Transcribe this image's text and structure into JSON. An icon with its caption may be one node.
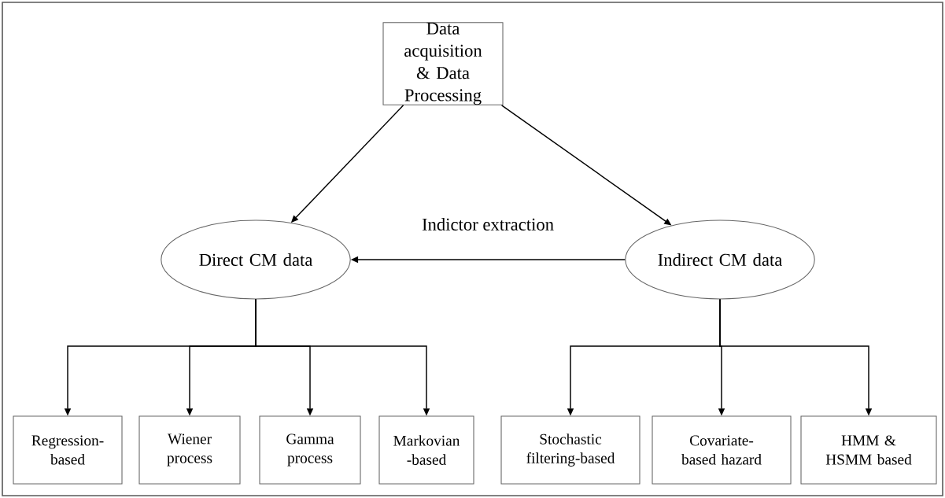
{
  "diagram": {
    "nodes": [
      {
        "text": [
          "Data acquisition & Data Processing"
        ]
      },
      {
        "text": [
          "Direct CM data"
        ]
      },
      {
        "text": [
          "Indirect CM data"
        ]
      },
      {
        "text": [
          "Regression-based"
        ]
      },
      {
        "text": [
          "Wiener process"
        ]
      },
      {
        "text": [
          "Gamma process"
        ]
      },
      {
        "text": [
          "Markovian -based"
        ]
      },
      {
        "text": [
          "Stochastic filtering-based"
        ]
      },
      {
        "text": [
          "Covariate-based hazard"
        ]
      },
      {
        "text": [
          "HMM & HSMM based"
        ]
      }
    ],
    "edges": [
      {
        "from": 0,
        "to": 1,
        "arrow": "to"
      },
      {
        "from": 0,
        "to": 2,
        "arrow": "to"
      },
      {
        "from": 2,
        "to": 1,
        "arrow": "to",
        "label": "Indictor extraction"
      },
      {
        "from": 1,
        "to": 3,
        "arrow": "to"
      },
      {
        "from": 1,
        "to": 4,
        "arrow": "to"
      },
      {
        "from": 1,
        "to": 5,
        "arrow": "to"
      },
      {
        "from": 1,
        "to": 6,
        "arrow": "to"
      },
      {
        "from": 2,
        "to": 7,
        "arrow": "to"
      },
      {
        "from": 2,
        "to": 8,
        "arrow": "to"
      },
      {
        "from": 2,
        "to": 9,
        "arrow": "to"
      }
    ]
  }
}
